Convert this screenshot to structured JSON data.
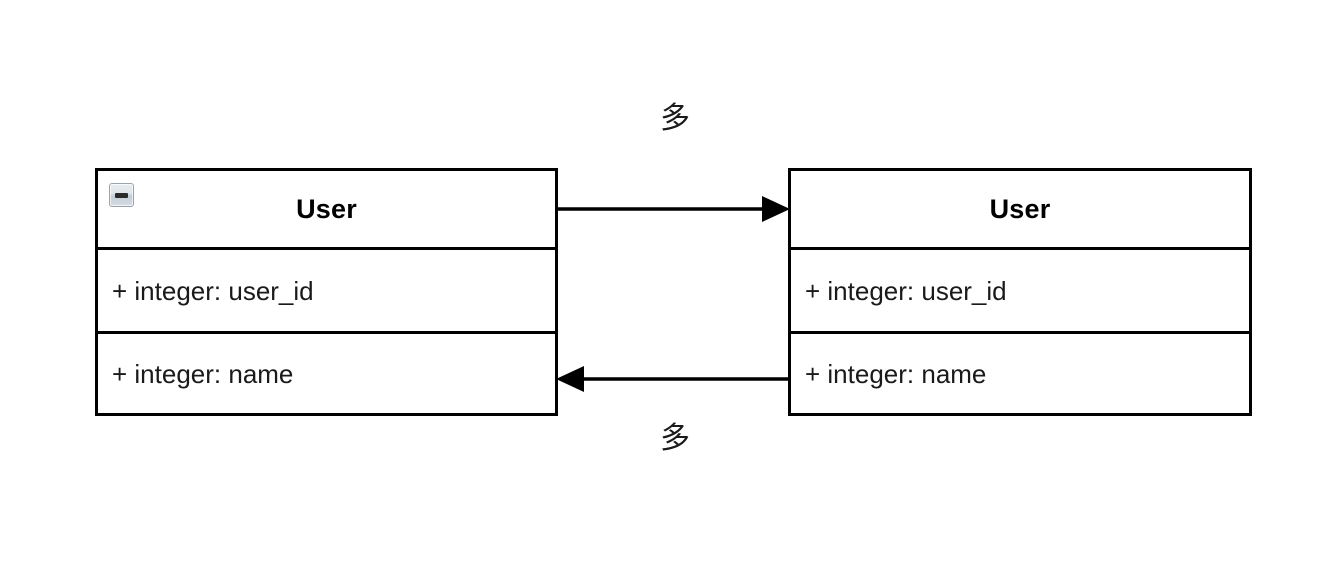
{
  "diagram": {
    "type": "uml-class-diagram",
    "background_color": "#ffffff",
    "stroke_color": "#000000",
    "text_color": "#1a1a1a"
  },
  "classes": [
    {
      "id": "left",
      "title": "User",
      "has_collapse_control": true,
      "collapse_icon": "minus-icon",
      "attributes": [
        {
          "text": "+ integer: user_id"
        },
        {
          "text": "+ integer: name"
        }
      ]
    },
    {
      "id": "right",
      "title": "User",
      "has_collapse_control": false,
      "attributes": [
        {
          "text": "+ integer: user_id"
        },
        {
          "text": "+ integer: name"
        }
      ]
    }
  ],
  "associations": [
    {
      "id": "top",
      "direction": "left-to-right",
      "arrowhead": "filled-triangle",
      "label": "多"
    },
    {
      "id": "bottom",
      "direction": "right-to-left",
      "arrowhead": "filled-triangle",
      "label": "多"
    }
  ],
  "labels": {
    "top_multiplicity": "多",
    "bottom_multiplicity": "多"
  }
}
